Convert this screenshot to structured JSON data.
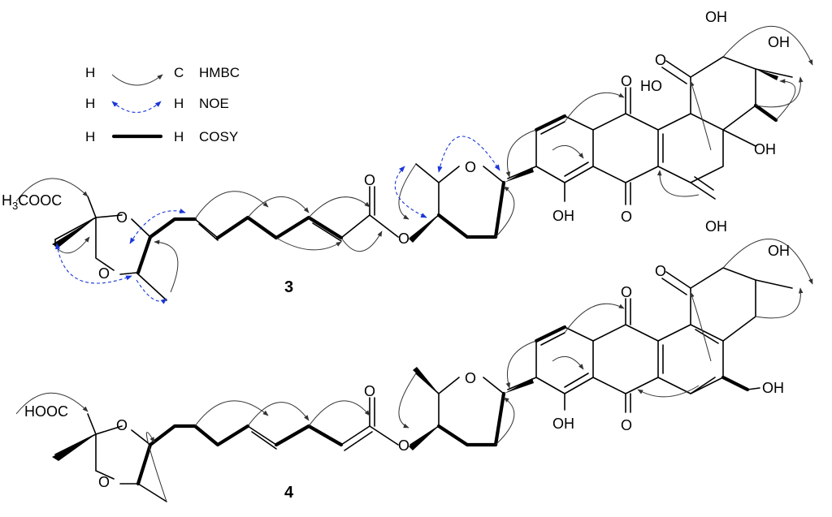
{
  "legend": {
    "hmbc": {
      "from": "H",
      "to": "C",
      "label": "HMBC"
    },
    "noe": {
      "from": "H",
      "to": "H",
      "label": "NOE"
    },
    "cosy": {
      "from": "H",
      "to": "H",
      "label": "COSY"
    }
  },
  "compound3": {
    "number": "3",
    "ester_group": "H3COOC",
    "labels": {
      "o_dioxolane_top": "O",
      "o_dioxolane_bottom": "O",
      "o_ester_single": "O",
      "o_ester_carbonyl": "O",
      "o_pyran": "O",
      "oh_phenol": "OH",
      "o_quinone_top": "O",
      "o_quinone_bottom": "O",
      "ho_ringjunction": "HO",
      "oh_right": "OH",
      "o_ketone": "O",
      "oh_top1": "OH",
      "oh_top2": "OH"
    }
  },
  "compound4": {
    "number": "4",
    "acid_group": "HOOC",
    "labels": {
      "o_dioxolane_top": "O",
      "o_dioxolane_bottom": "O",
      "o_ester_single": "O",
      "o_ester_carbonyl": "O",
      "o_pyran": "O",
      "oh_phenol": "OH",
      "o_quinone_top": "O",
      "o_quinone_bottom": "O",
      "oh_right": "OH",
      "o_ketone": "O",
      "oh_top1": "OH",
      "oh_top2": "OH"
    }
  },
  "colors": {
    "hmbc": "#333333",
    "noe": "#1a36d9",
    "bond": "#000000"
  }
}
